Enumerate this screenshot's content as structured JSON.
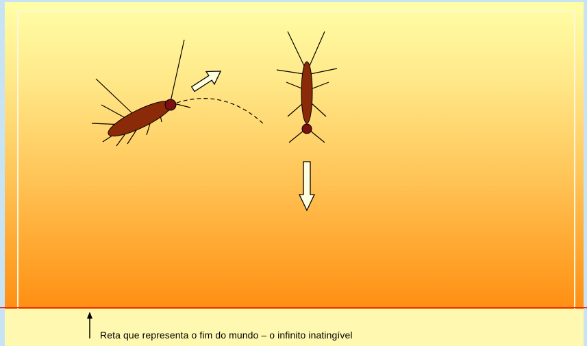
{
  "caption": {
    "text": "Reta que representa o fim do mundo – o infinito inatingível"
  },
  "colors": {
    "background": "#c8e4f4",
    "gradient_top": "#ffffa8",
    "gradient_bottom": "#ff8a10",
    "horizon_line": "#e8321a",
    "insect_body": "#8b2a08",
    "insect_head": "#7a1010",
    "arrow_fill": "#ffffe0"
  },
  "icons": {
    "left_figure": "cockroach-jumping",
    "right_figure": "cockroach-falling",
    "diagonal_arrow": "arrow-up-right",
    "down_arrow": "arrow-down",
    "caption_pointer": "arrow-up"
  }
}
